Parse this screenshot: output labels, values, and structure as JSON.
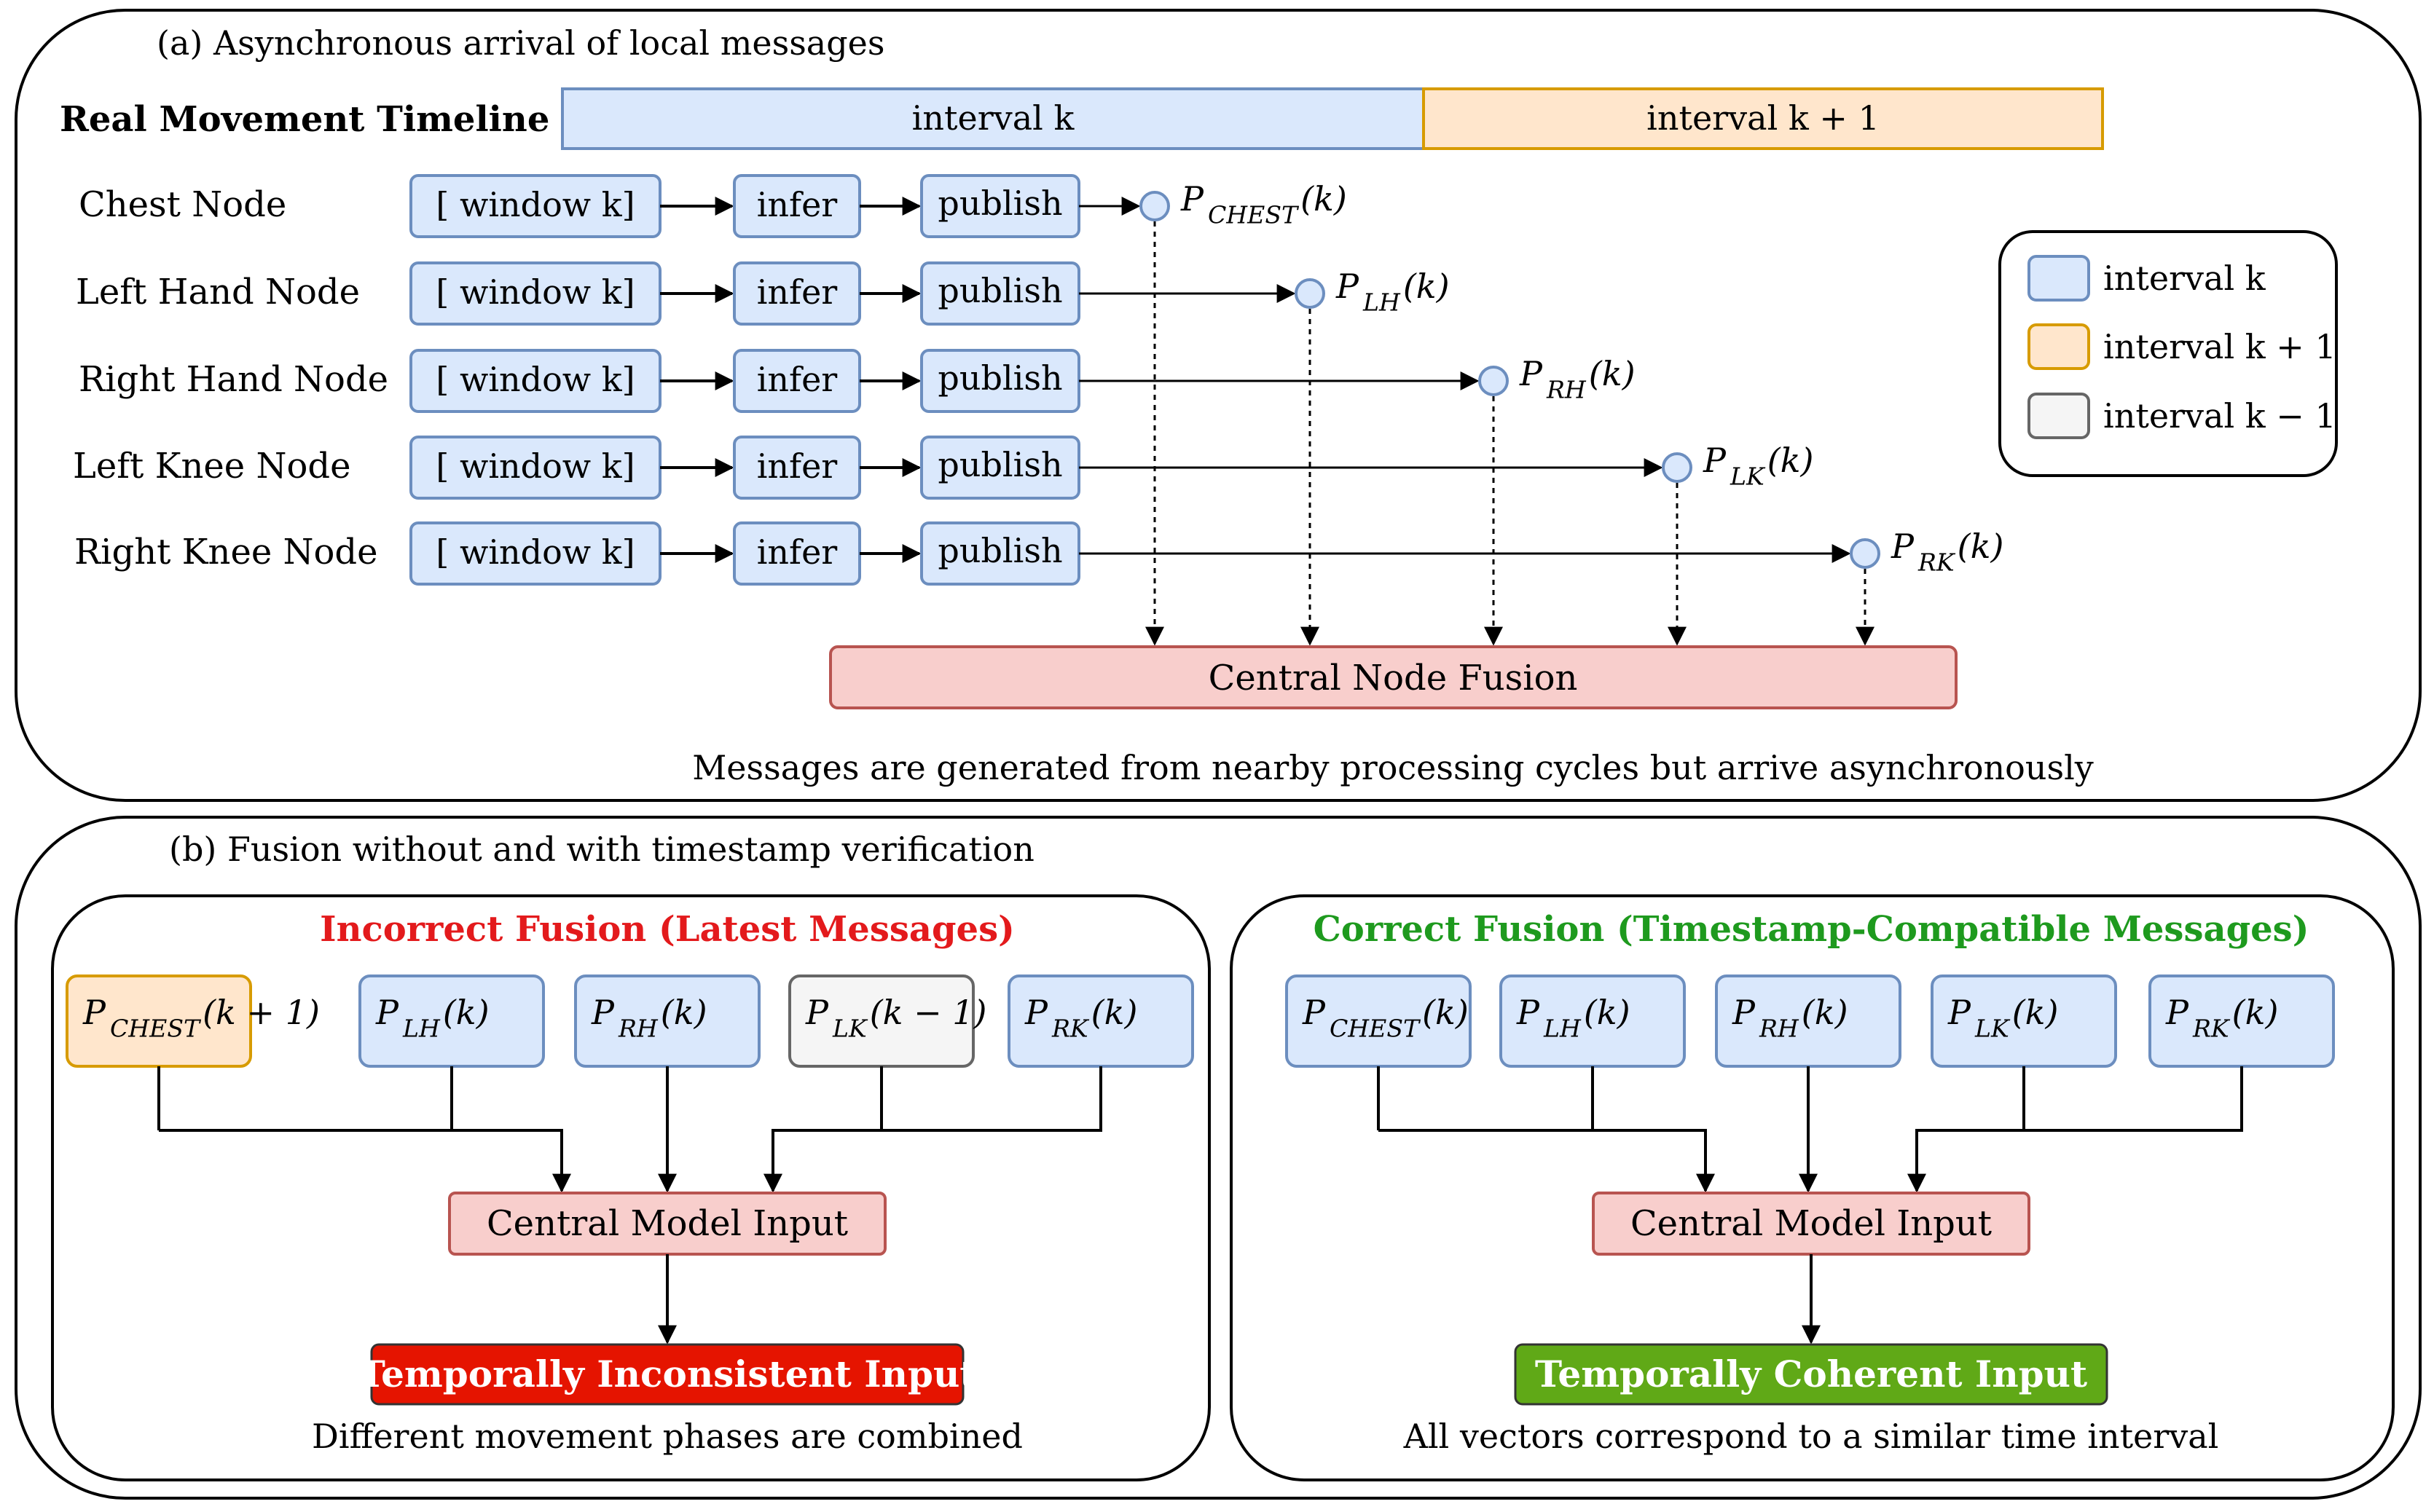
{
  "panel_a": {
    "title": "(a) Asynchronous arrival of local messages",
    "timeline_label": "Real Movement Timeline",
    "interval_k": "interval k",
    "interval_k1": "interval k + 1",
    "nodes": [
      {
        "label": "Chest Node",
        "window": "[ window k]",
        "infer": "infer",
        "publish": "publish",
        "msg_main": "P",
        "msg_sub": "CHEST",
        "msg_arg": "(k)"
      },
      {
        "label": "Left Hand Node",
        "window": "[ window k]",
        "infer": "infer",
        "publish": "publish",
        "msg_main": "P",
        "msg_sub": "LH",
        "msg_arg": "(k)"
      },
      {
        "label": "Right Hand Node",
        "window": "[ window k]",
        "infer": "infer",
        "publish": "publish",
        "msg_main": "P",
        "msg_sub": "RH",
        "msg_arg": "(k)"
      },
      {
        "label": "Left Knee Node",
        "window": "[ window k]",
        "infer": "infer",
        "publish": "publish",
        "msg_main": "P",
        "msg_sub": "LK",
        "msg_arg": "(k)"
      },
      {
        "label": "Right Knee Node",
        "window": "[ window k]",
        "infer": "infer",
        "publish": "publish",
        "msg_main": "P",
        "msg_sub": "RK",
        "msg_arg": "(k)"
      }
    ],
    "fusion_label": "Central Node Fusion",
    "caption": "Messages are generated from nearby processing cycles but arrive asynchronously",
    "legend": [
      {
        "label": "interval k",
        "fill": "#dae8fc",
        "stroke": "#6c8ebf"
      },
      {
        "label": "interval k + 1",
        "fill": "#ffe6cc",
        "stroke": "#d79b00"
      },
      {
        "label": "interval k − 1",
        "fill": "#f5f5f5",
        "stroke": "#666666"
      }
    ]
  },
  "panel_b": {
    "title": "(b) Fusion without and with timestamp verification",
    "incorrect": {
      "title": "Incorrect Fusion (Latest Messages)",
      "title_color": "#e31a1c",
      "messages": [
        {
          "main": "P",
          "sub": "CHEST",
          "arg": "(k + 1)",
          "interval": "k+1"
        },
        {
          "main": "P",
          "sub": "LH",
          "arg": "(k)",
          "interval": "k"
        },
        {
          "main": "P",
          "sub": "RH",
          "arg": "(k)",
          "interval": "k"
        },
        {
          "main": "P",
          "sub": "LK",
          "arg": "(k − 1)",
          "interval": "k-1"
        },
        {
          "main": "P",
          "sub": "RK",
          "arg": "(k)",
          "interval": "k"
        }
      ],
      "model_input": "Central Model Input",
      "result": "Temporally Inconsistent Input",
      "result_color": "#e51400",
      "caption": "Different movement phases are combined"
    },
    "correct": {
      "title": "Correct Fusion (Timestamp-Compatible Messages)",
      "title_color": "#1e9a1e",
      "messages": [
        {
          "main": "P",
          "sub": "CHEST",
          "arg": "(k)",
          "interval": "k"
        },
        {
          "main": "P",
          "sub": "LH",
          "arg": "(k)",
          "interval": "k"
        },
        {
          "main": "P",
          "sub": "RH",
          "arg": "(k)",
          "interval": "k"
        },
        {
          "main": "P",
          "sub": "LK",
          "arg": "(k)",
          "interval": "k"
        },
        {
          "main": "P",
          "sub": "RK",
          "arg": "(k)",
          "interval": "k"
        }
      ],
      "model_input": "Central Model Input",
      "result": "Temporally Coherent Input",
      "result_color": "#60a917",
      "caption": "All vectors correspond to a similar time interval"
    }
  },
  "colors": {
    "interval_k_fill": "#dae8fc",
    "interval_k_stroke": "#6c8ebf",
    "interval_k1_fill": "#ffe6cc",
    "interval_k1_stroke": "#d79b00",
    "interval_km1_fill": "#f5f5f5",
    "interval_km1_stroke": "#666666",
    "fusion_fill": "#f8cecc",
    "fusion_stroke": "#b85450"
  }
}
